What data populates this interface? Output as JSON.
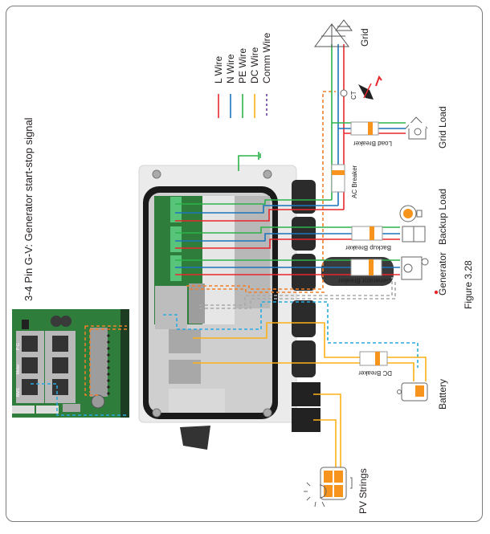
{
  "figure": {
    "caption": "Figure 3.28",
    "inset_title": "3-4 Pin G-V: Generator start-stop signal"
  },
  "legend": [
    {
      "label": "L Wire",
      "color": "#e8262c",
      "style": "solid"
    },
    {
      "label": "N Wire",
      "color": "#1b75bc",
      "style": "solid"
    },
    {
      "label": "PE Wire",
      "color": "#2db34a",
      "style": "solid"
    },
    {
      "label": "DC Wire",
      "color": "#fbb116",
      "style": "solid"
    },
    {
      "label": "Comm Wire",
      "color": "#6a3d9a",
      "style": "dashed"
    }
  ],
  "components": {
    "grid": "Grid",
    "ct": "CT",
    "grid_load": "Grid Load",
    "load_breaker": "Load Breaker",
    "ac_breaker": "AC Breaker",
    "backup_load": "Backup Load",
    "backup_breaker": "Backup Breaker",
    "generator": "Generator",
    "generator_breaker": "Generator Breaker",
    "battery": "Battery",
    "dc_breaker": "DC Breaker",
    "pv_strings": "PV Strings"
  },
  "inset_ports": [
    "P-G",
    "Meter",
    "BMS"
  ],
  "colors": {
    "l_wire": "#e8262c",
    "n_wire": "#1b75bc",
    "pe_wire": "#2db34a",
    "dc_wire": "#fbb116",
    "comm_orange": "#f07f2b",
    "comm_blue": "#29aae1",
    "comm_gray": "#a7a9ac",
    "accent_orange": "#f7941d",
    "pcb_green": "#2e7d3a"
  }
}
